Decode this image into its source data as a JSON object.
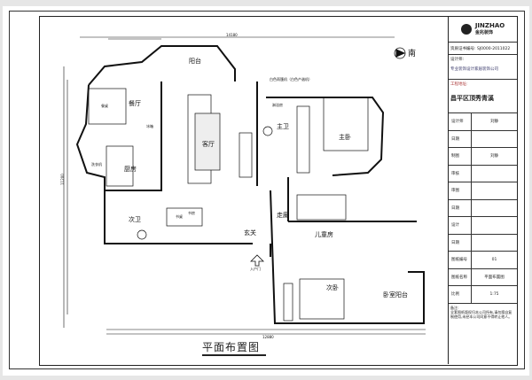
{
  "title_block": {
    "brand_en": "JINZHAO",
    "brand_cn": "金兆装饰",
    "license": "资质证书编号: SJ0000-2011022",
    "designer_label": "设计师:",
    "designer_note": "专业装饰设计家居装饰公司",
    "project_label": "工程地址:",
    "project_name": "昌平区顶秀青溪",
    "rows": [
      {
        "k": "设计师",
        "v": "刘静"
      },
      {
        "k": "日期",
        "v": ""
      },
      {
        "k": "制图",
        "v": "刘静"
      },
      {
        "k": "审核",
        "v": ""
      },
      {
        "k": "审图",
        "v": ""
      },
      {
        "k": "日期",
        "v": ""
      },
      {
        "k": "设计",
        "v": ""
      },
      {
        "k": "日期",
        "v": ""
      },
      {
        "k": "图纸编号",
        "v": "01"
      },
      {
        "k": "图纸名称",
        "v": "平面布置图"
      },
      {
        "k": "比例",
        "v": "1:75"
      }
    ],
    "notes_label": "备注:",
    "notes": "全套图纸版权归本公司所有,请勿擅自复制使用,未经本公司同意不得转让他人。"
  },
  "drawing": {
    "title": "平面布置图",
    "north_label": "南",
    "rooms": {
      "balcony": "阳台",
      "dining": "餐厅",
      "kitchen": "厨房",
      "living": "客厅",
      "master_bath": "主卫",
      "master_bed": "主卧",
      "guest_bath": "次卫",
      "study": "书房",
      "foyer": "玄关",
      "corridor": "走廊",
      "kids_room": "儿童房",
      "second_bed": "次卧",
      "bedroom_balcony": "卧室阳台"
    },
    "annotations": {
      "fixture": "白色雨篷机（白色产谐机）",
      "shower": "淋浴房",
      "washer": "洗衣机",
      "fridge": "冰箱",
      "table": "餐桌",
      "desk": "书桌",
      "entry": "入户门"
    },
    "dimensions": {
      "top_total": "14180",
      "bottom_total": "12880",
      "left_total": "11200"
    }
  }
}
